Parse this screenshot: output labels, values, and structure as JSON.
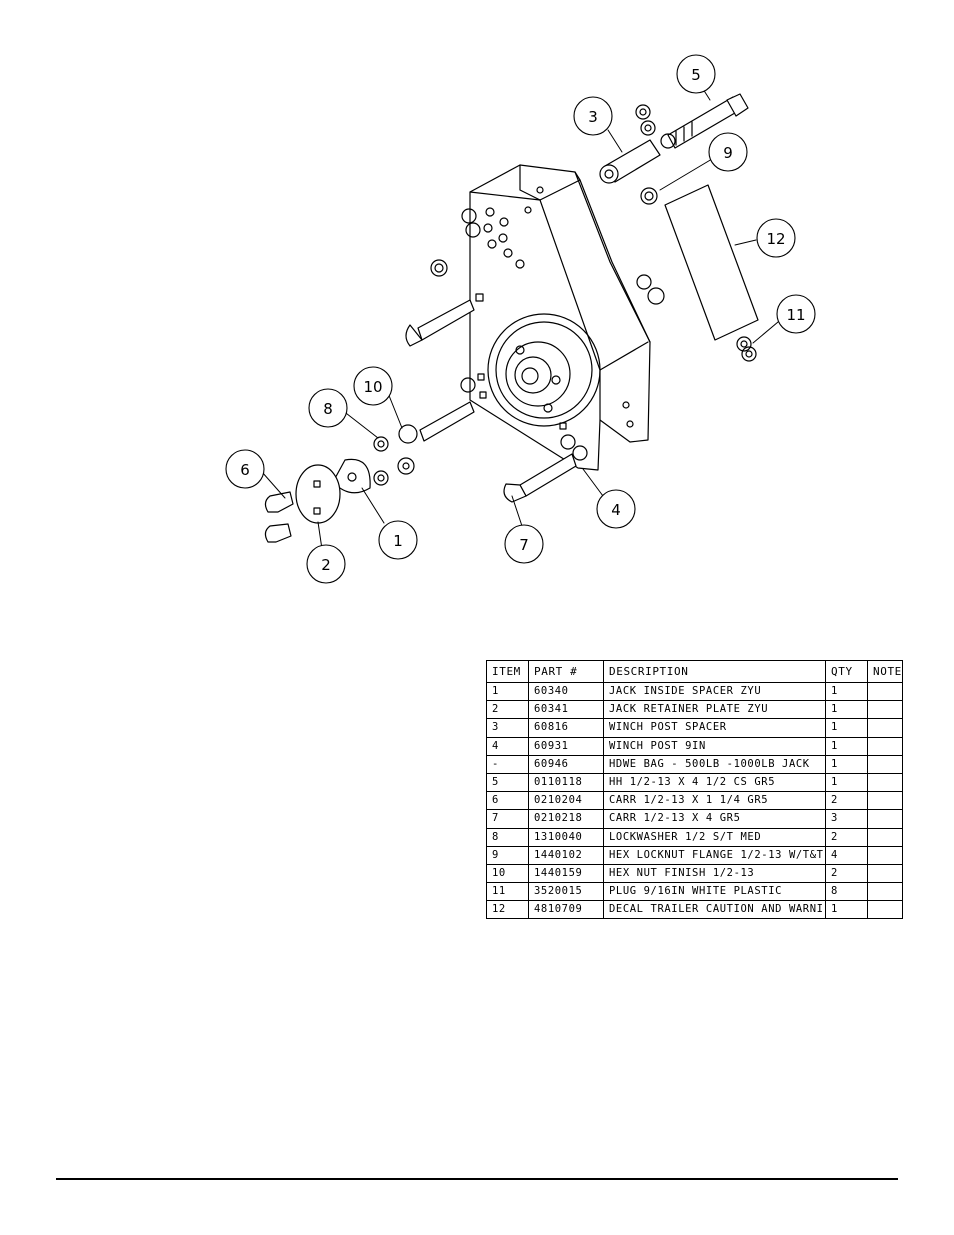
{
  "callouts": [
    "1",
    "2",
    "3",
    "4",
    "5",
    "6",
    "7",
    "8",
    "9",
    "10",
    "11",
    "12"
  ],
  "bom": {
    "headers": [
      "ITEM",
      "PART #",
      "DESCRIPTION",
      "QTY",
      "NOTE"
    ],
    "rows": [
      {
        "item": "1",
        "part": "60340",
        "desc": "JACK INSIDE SPACER ZYU",
        "qty": "1",
        "note": ""
      },
      {
        "item": "2",
        "part": "60341",
        "desc": "JACK RETAINER PLATE ZYU",
        "qty": "1",
        "note": ""
      },
      {
        "item": "3",
        "part": "60816",
        "desc": "WINCH POST SPACER",
        "qty": "1",
        "note": ""
      },
      {
        "item": "4",
        "part": "60931",
        "desc": "WINCH POST 9IN",
        "qty": "1",
        "note": ""
      },
      {
        "item": "-",
        "part": "60946",
        "desc": "HDWE BAG - 500LB -1000LB JACK",
        "qty": "1",
        "note": ""
      },
      {
        "item": "5",
        "part": "0110118",
        "desc": "HH 1/2-13 X 4 1/2 CS GR5",
        "qty": "1",
        "note": ""
      },
      {
        "item": "6",
        "part": "0210204",
        "desc": "CARR 1/2-13 X 1 1/4 GR5",
        "qty": "2",
        "note": ""
      },
      {
        "item": "7",
        "part": "0210218",
        "desc": "CARR 1/2-13 X 4 GR5",
        "qty": "3",
        "note": ""
      },
      {
        "item": "8",
        "part": "1310040",
        "desc": "LOCKWASHER 1/2 S/T MED",
        "qty": "2",
        "note": ""
      },
      {
        "item": "9",
        "part": "1440102",
        "desc": "HEX LOCKNUT FLANGE 1/2-13 W/T&T",
        "qty": "4",
        "note": ""
      },
      {
        "item": "10",
        "part": "1440159",
        "desc": "HEX NUT FINISH 1/2-13",
        "qty": "2",
        "note": ""
      },
      {
        "item": "11",
        "part": "3520015",
        "desc": "PLUG   9/16IN WHITE PLASTIC",
        "qty": "8",
        "note": ""
      },
      {
        "item": "12",
        "part": "4810709",
        "desc": "DECAL TRAILER CAUTION AND WARNI",
        "qty": "1",
        "note": ""
      }
    ]
  }
}
